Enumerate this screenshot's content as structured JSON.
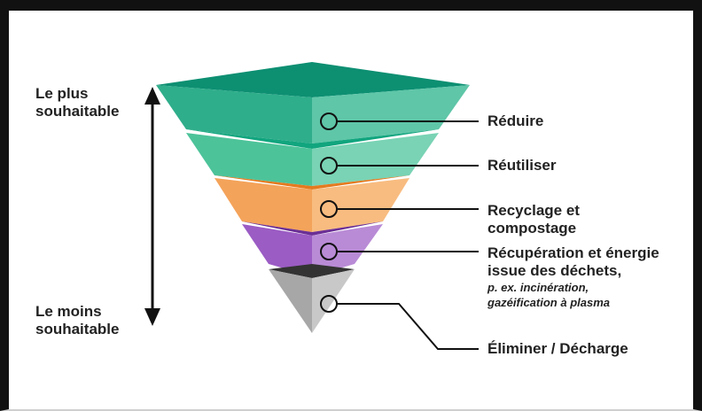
{
  "left_axis": {
    "top_label": [
      "Le plus",
      "souhaitable"
    ],
    "bottom_label": [
      "Le moins",
      "souhaitable"
    ]
  },
  "tiers": [
    {
      "lines": [
        "Réduire"
      ],
      "small": [],
      "colors": {
        "top": "#0d8f72",
        "front": "#2fae8b",
        "right": "#5fc6a8"
      }
    },
    {
      "lines": [
        "Réutiliser"
      ],
      "small": [],
      "colors": {
        "top": "#11a57e",
        "front": "#4dc39a",
        "right": "#79d3b4"
      }
    },
    {
      "lines": [
        "Recyclage et",
        "compostage"
      ],
      "small": [],
      "colors": {
        "top": "#e57a1f",
        "front": "#f4a35a",
        "right": "#f8bc80"
      }
    },
    {
      "lines": [
        "Récupération et énergie",
        "issue des déchets,"
      ],
      "small": [
        "p. ex. incinération,",
        "gazéification à plasma"
      ],
      "colors": {
        "top": "#6b2f95",
        "front": "#9b5cc4",
        "right": "#b98bd6"
      }
    },
    {
      "lines": [
        "Éliminer / Décharge"
      ],
      "small": [],
      "colors": {
        "top": "#333333",
        "front": "#a7a7a7",
        "right": "#c8c8c8"
      }
    }
  ]
}
